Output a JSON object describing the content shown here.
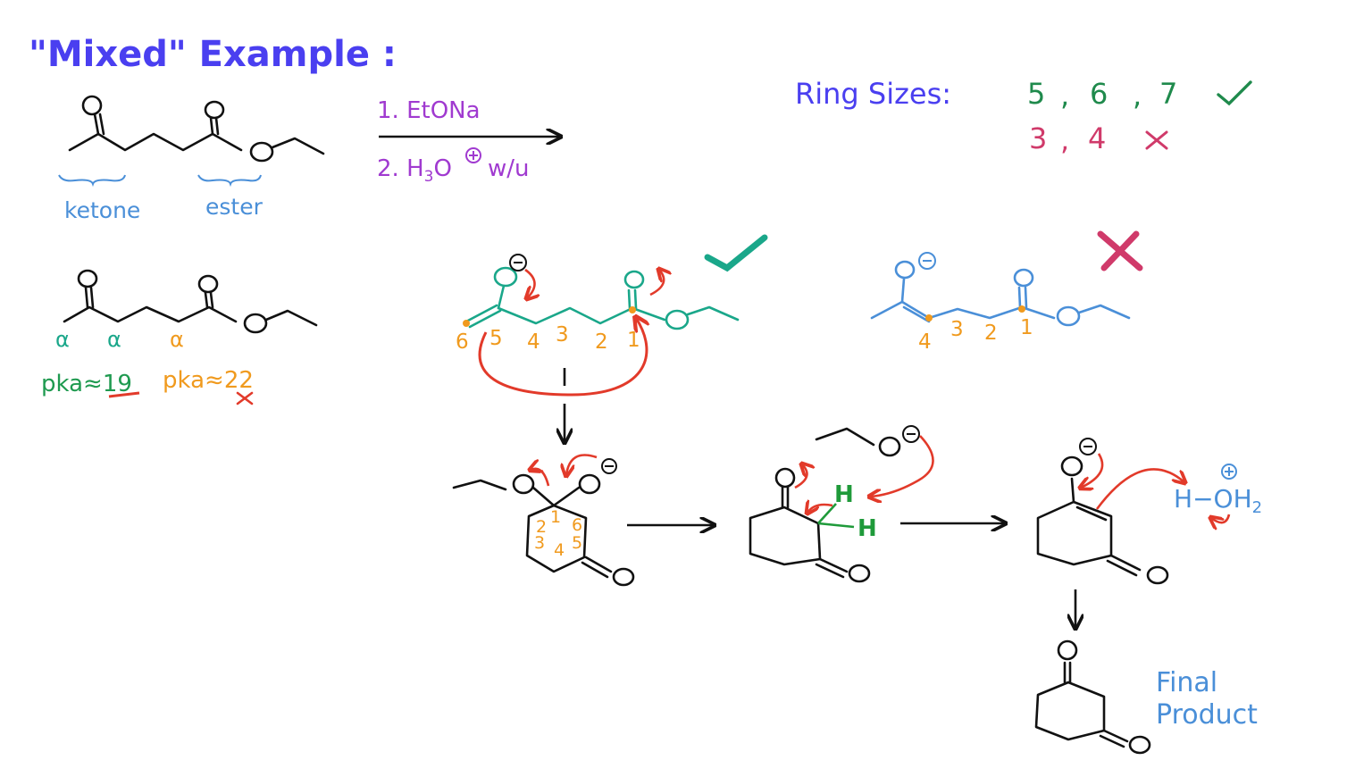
{
  "title": "\"Mixed\" Example :",
  "groups": {
    "ketone": "ketone",
    "ester": "ester"
  },
  "reagents": {
    "step1": "1. EtONa",
    "step2_a": "2. H",
    "step2_b": "3",
    "step2_c": "O",
    "step2_d": "w/u"
  },
  "ring_sizes": {
    "label": "Ring Sizes:",
    "good": [
      "5",
      "6",
      "7"
    ],
    "bad": [
      "3",
      "4"
    ]
  },
  "alpha": {
    "symbol": "α"
  },
  "pka": {
    "ketone": "pka≈19",
    "ester": "pka≈22"
  },
  "numbering_good": [
    "6",
    "5",
    "4",
    "3",
    "2",
    "1"
  ],
  "numbering_bad": [
    "4",
    "3",
    "2",
    "1"
  ],
  "ring_numbering": [
    "1",
    "2",
    "6",
    "3",
    "5",
    "4"
  ],
  "charges": {
    "minus": "−",
    "plus": "+"
  },
  "hydrogens": {
    "h": "H"
  },
  "hydronium": {
    "h": "H",
    "dash": "−",
    "o": "O",
    "h2": "H",
    "sub2": "2"
  },
  "final_product": {
    "line1": "Final",
    "line2": "Product"
  },
  "colors": {
    "title": "#4a3ff0",
    "ketone_ester_labels": "#4a8fd8",
    "reagents": "#a03ad0",
    "good_ring": "#1f8a4c",
    "bad_ring": "#d03a6a",
    "enolate_good": "#1aa78a",
    "enolate_bad": "#4a8fd8",
    "numbers": "#f09a1e",
    "arrows": "#e23a2a"
  }
}
